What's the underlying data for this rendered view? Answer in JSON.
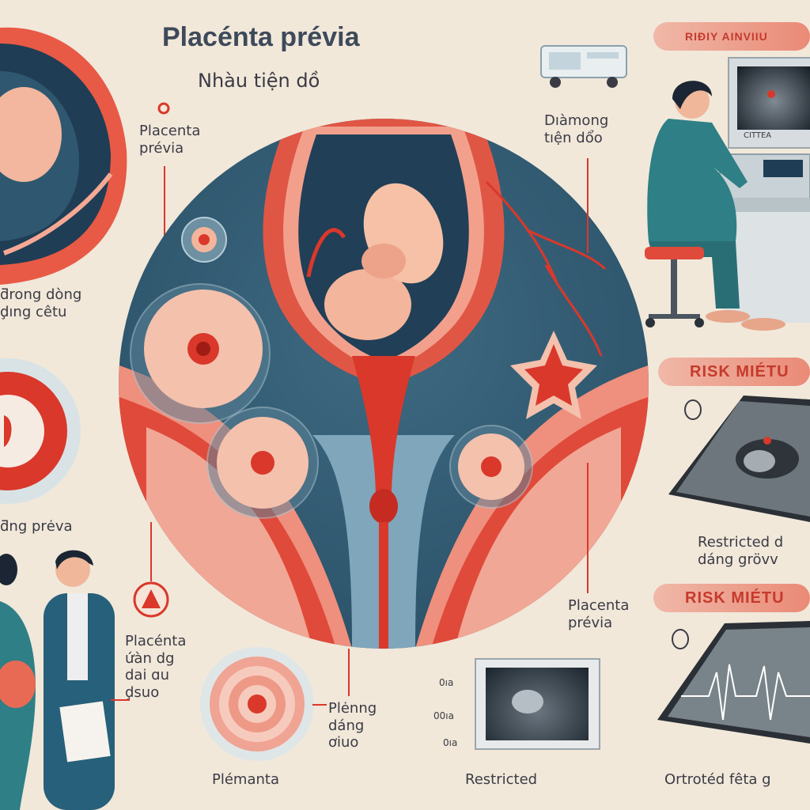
{
  "header": {
    "title": "Placénta prévia",
    "subtitle": "Nhàu tiện dồ"
  },
  "labels": {
    "top_left_placenta": "Placenta\nprévia",
    "left_top_caption": "ƌrong dòng\nḑıng cêtu",
    "left_middle_caption": "ƌng prėva",
    "left_bottom_caption": "Placénta\nứàn dg\ndai ɑu\nḑsuo",
    "bottom_left_center": "Plėnng\ndáng\nơiuo",
    "bottom_label_plemanta": "Plémanta",
    "bottom_label_restricted": "Restricted",
    "center_top_right": "Dıàmong\ntıện dổo",
    "center_lower_right": "Placenta\nprévia",
    "right_pill_1": "RIƉIY AINVIIU",
    "right_pill_2": "RISK MIÉTU",
    "right_caption_1": "Restricted d\ndáng grövv",
    "right_pill_3": "RISK MIÉTU",
    "right_bottom_caption": "Ortrotéd fêta g",
    "screen_label": "CITTEA",
    "axis_tick_1": "0ıa",
    "axis_tick_2": "00ıa",
    "axis_tick_3": "0ıa"
  },
  "colors": {
    "accent_red": "#d9382b",
    "uterus_blue": "#2f5870",
    "paper": "#f1e8da",
    "teal_scrubs": "#2f7f86"
  },
  "icons": [
    "pin-icon",
    "warning-icon",
    "ultrasound-device-icon",
    "heartbeat-icon",
    "fetus-icon"
  ]
}
